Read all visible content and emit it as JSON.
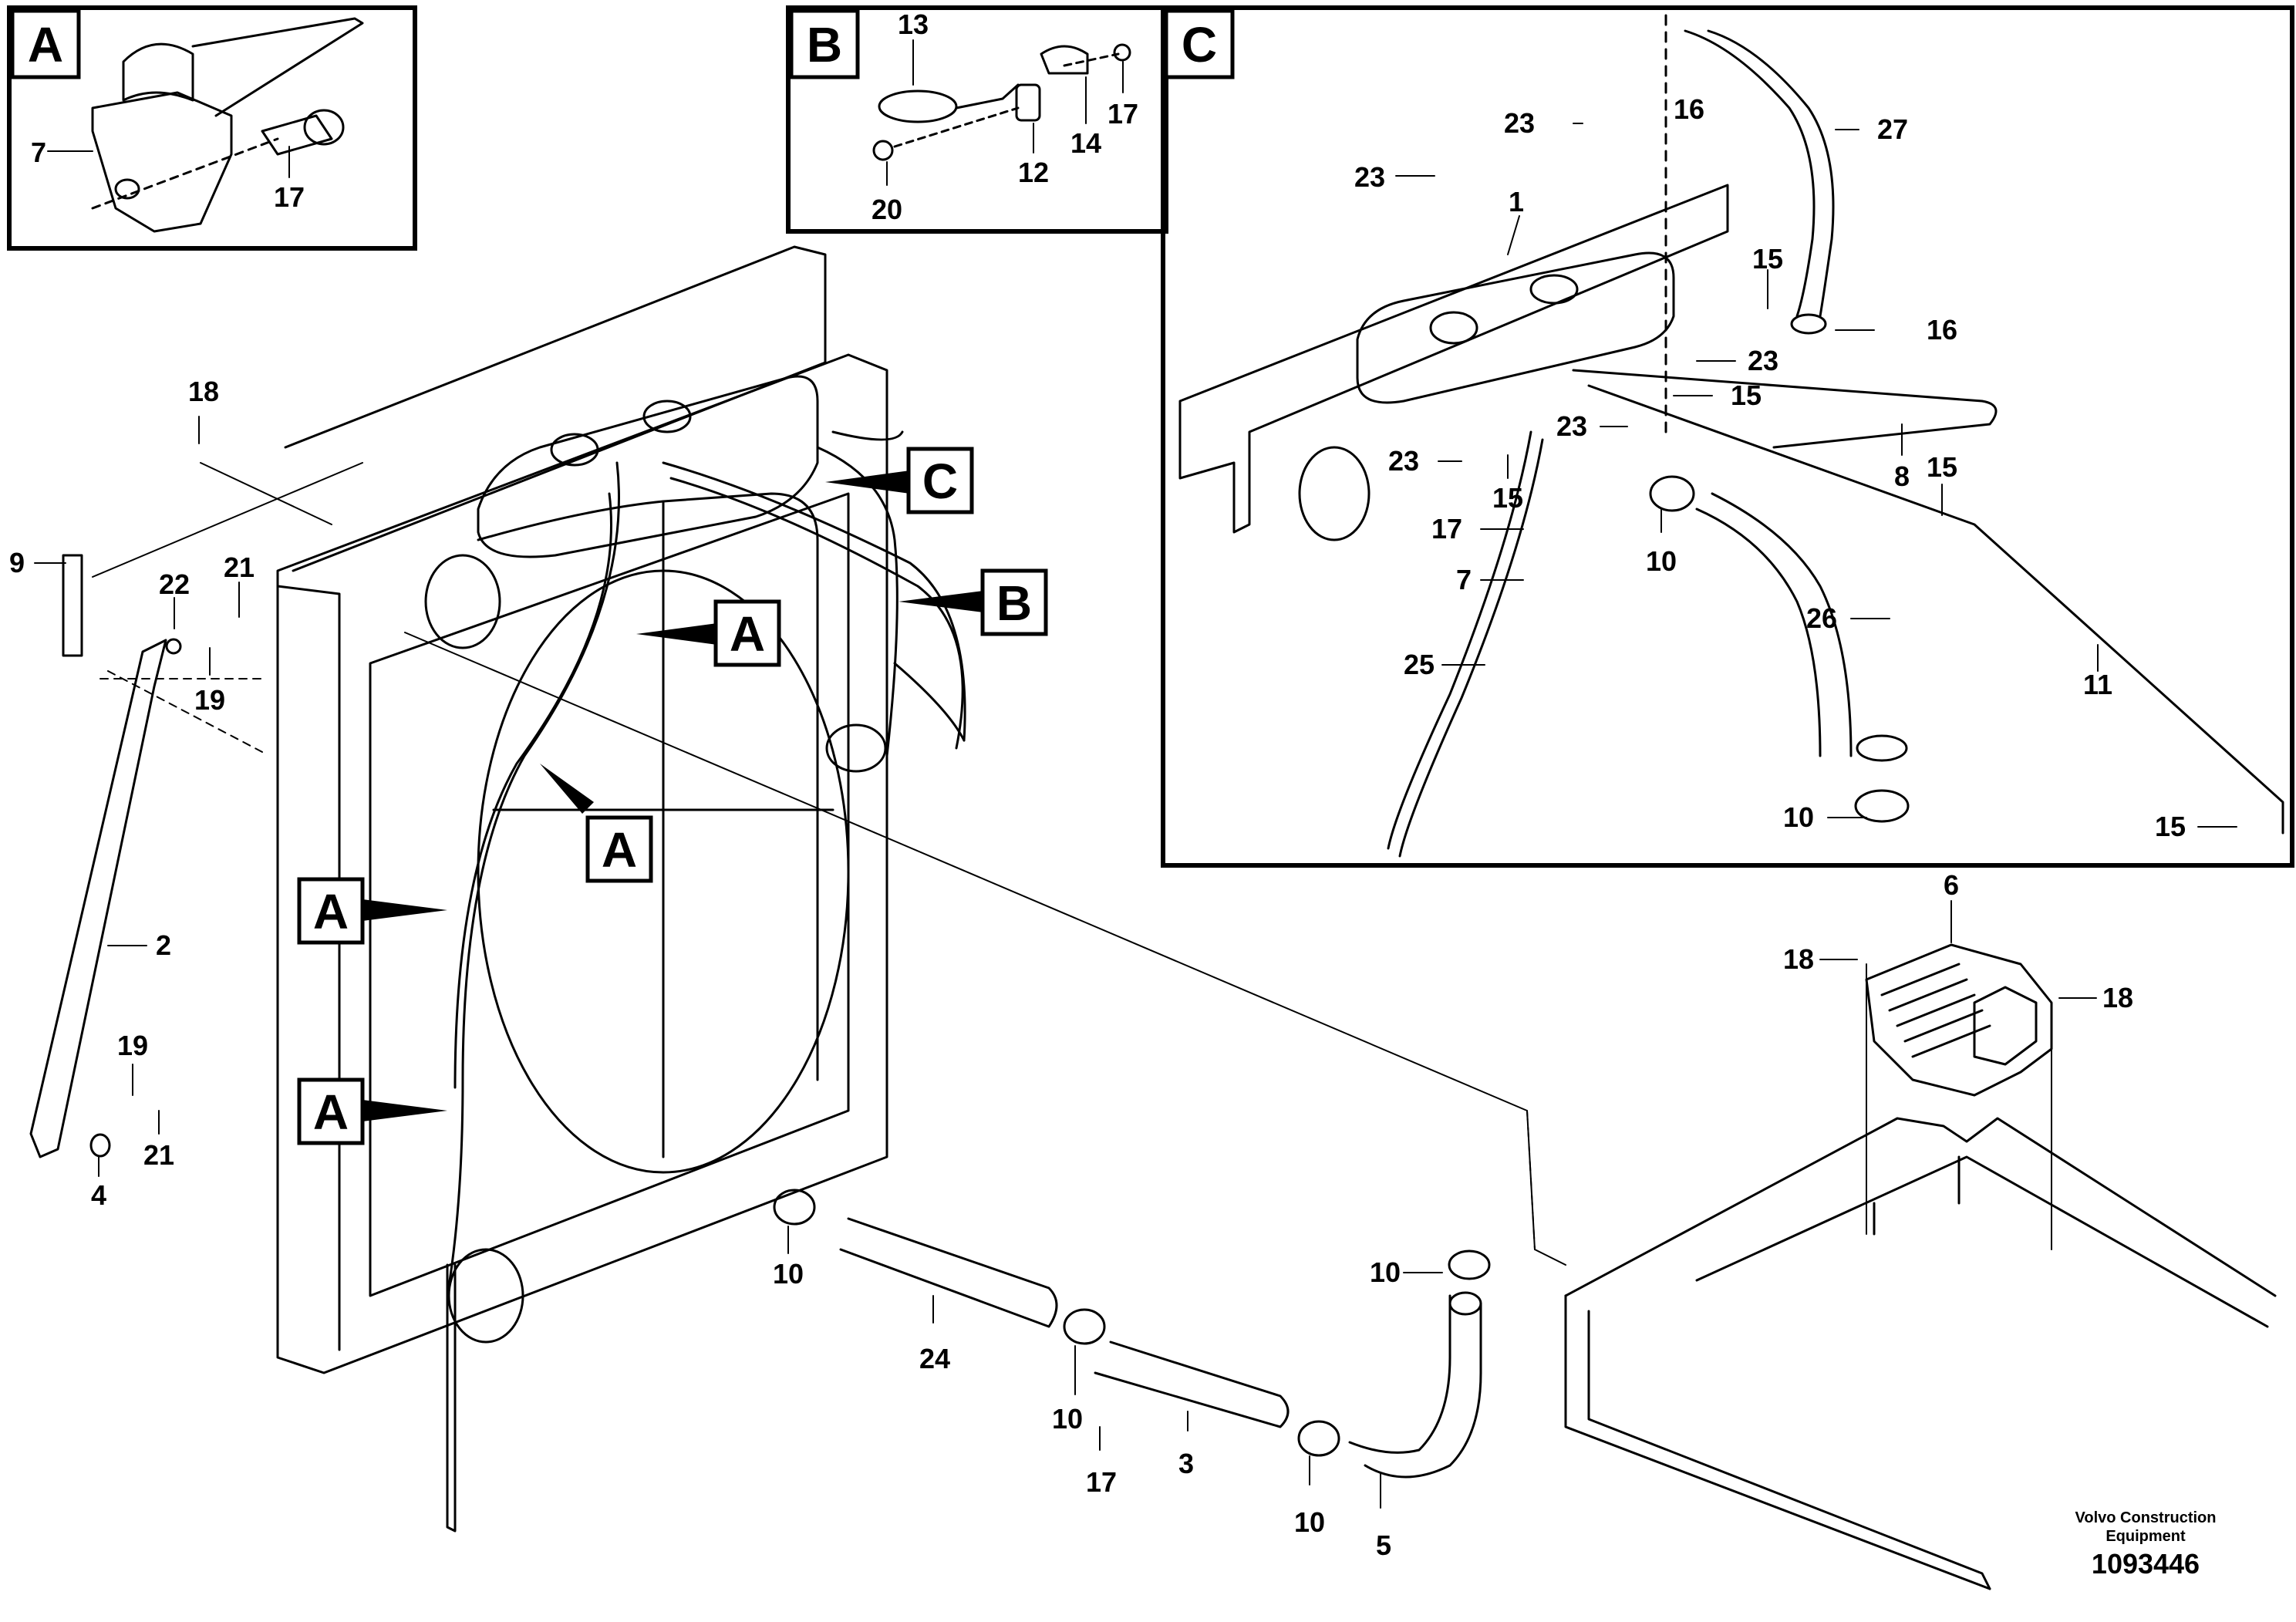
{
  "detail_views": {
    "a": {
      "letter": "A",
      "labels": [
        "7",
        "17"
      ]
    },
    "b": {
      "letter": "B",
      "labels": [
        "13",
        "14",
        "17",
        "12",
        "20"
      ]
    },
    "c": {
      "letter": "C",
      "labels": [
        "16",
        "27",
        "23",
        "23",
        "1",
        "15",
        "16",
        "23",
        "15",
        "23",
        "23",
        "8",
        "15",
        "17",
        "15",
        "7",
        "10",
        "26",
        "11",
        "25",
        "10",
        "15"
      ]
    }
  },
  "callouts": [
    "A",
    "A",
    "A",
    "A",
    "B",
    "C"
  ],
  "main_labels": [
    "18",
    "9",
    "22",
    "21",
    "19",
    "2",
    "19",
    "21",
    "4",
    "10",
    "24",
    "10",
    "17",
    "3",
    "10",
    "10",
    "5",
    "6",
    "18",
    "18"
  ],
  "credit": {
    "company_line1": "Volvo Construction",
    "company_line2": "Equipment",
    "figure_number": "1093446"
  }
}
